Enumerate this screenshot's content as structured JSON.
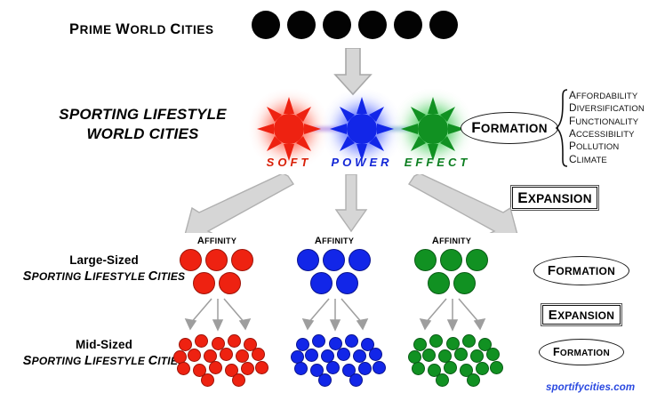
{
  "diagram": {
    "title_prime": "Prime World Cities",
    "title_center": "SPORTING LIFESTYLE WORLD CITIES",
    "title_center_line1": "SPORTING LIFESTYLE",
    "title_center_line2": "WORLD CITIES",
    "footer": "sportifycities.com"
  },
  "prime_row": {
    "count": 6,
    "color": "#030303"
  },
  "nodes": [
    {
      "label": "SOFT",
      "color": "#ee2211",
      "glow": "#ff3b22",
      "text_color": "#d81e06"
    },
    {
      "label": "POWER",
      "color": "#1226e8",
      "glow": "#2b44ff",
      "text_color": "#1226d6"
    },
    {
      "label": "EFFECT",
      "color": "#119122",
      "glow": "#1ec336",
      "text_color": "#0a7d1e"
    }
  ],
  "formation": {
    "label": "Formation",
    "attributes": [
      "Affordability",
      "Diversification",
      "Functionality",
      "Accessibility",
      "Pollution",
      "Climate"
    ]
  },
  "expansion": {
    "label": "Expansion"
  },
  "tiers": [
    {
      "name": "large",
      "label_main": "Large-Sized",
      "label_sub": "Sporting Lifestyle Cities",
      "affinity_label": "Affinity",
      "counts": [
        5,
        5,
        5
      ],
      "badge": "Formation"
    },
    {
      "name": "mid",
      "label_main": "Mid-Sized",
      "label_sub": "Sporting Lifestyle Cities",
      "counts": [
        19,
        19,
        19
      ],
      "badge": "Formation"
    }
  ],
  "right_badges": [
    {
      "label": "Formation",
      "shape": "ellipse"
    },
    {
      "label": "Expansion",
      "shape": "rect"
    },
    {
      "label": "Formation",
      "shape": "ellipse"
    }
  ],
  "columns": [
    {
      "color_name": "red",
      "color": "#ee2211"
    },
    {
      "color_name": "blue",
      "color": "#1226e8"
    },
    {
      "color_name": "green",
      "color": "#119122"
    }
  ]
}
